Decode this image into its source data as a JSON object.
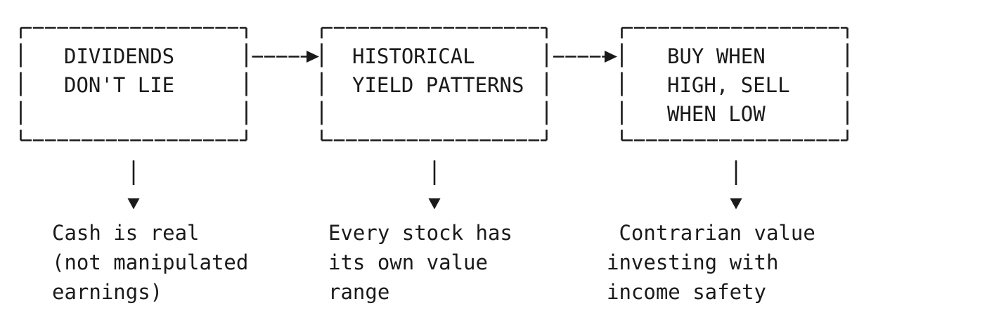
{
  "page": {
    "background": "#ffffff",
    "ink": "#1a1a1a"
  },
  "flowchart": {
    "nodes": [
      {
        "label": "DIVIDENDS\nDON'T LIE",
        "caption": "Cash is real\n(not manipulated\nearnings)"
      },
      {
        "label": "HISTORICAL\nYIELD PATTERNS",
        "caption": "Every stock has\nits own value\nrange"
      },
      {
        "label": "BUY WHEN\nHIGH, SELL\nWHEN LOW",
        "caption": " Contrarian value\ninvesting with\nincome safety"
      }
    ]
  }
}
